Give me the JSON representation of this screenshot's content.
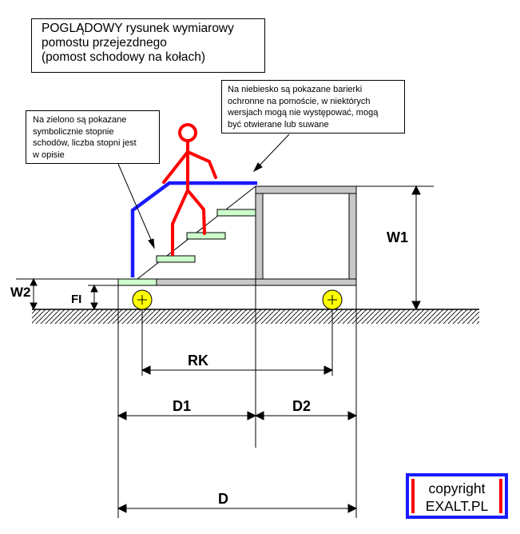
{
  "title": {
    "lines": [
      "POGLĄDOWY rysunek wymiarowy",
      "pomostu przejezdnego",
      "(pomost schodowy na kołach)"
    ]
  },
  "notes": {
    "blue": [
      "Na niebiesko są pokazane barierki",
      "ochronne na pomoście, w niektórych",
      "wersjach mogą nie występować, mogą",
      "być otwierane lub suwane"
    ],
    "green": [
      "Na zielono są pokazane",
      "symbolicznie stopnie",
      "schodów, liczba stopni jest",
      "w opisie"
    ]
  },
  "dimensions": {
    "w1": "W1",
    "w2": "W2",
    "fi": "FI",
    "rk": "RK",
    "d1": "D1",
    "d2": "D2",
    "d": "D"
  },
  "copyright": {
    "line1": "copyright",
    "line2": "EXALT.PL"
  },
  "colors": {
    "barrier": "#1a1aff",
    "figure": "#ff0000",
    "step_fill": "#ccffcc",
    "wheel_fill": "#ffff00",
    "frame": "#c8c8c8",
    "ink": "#000000"
  }
}
